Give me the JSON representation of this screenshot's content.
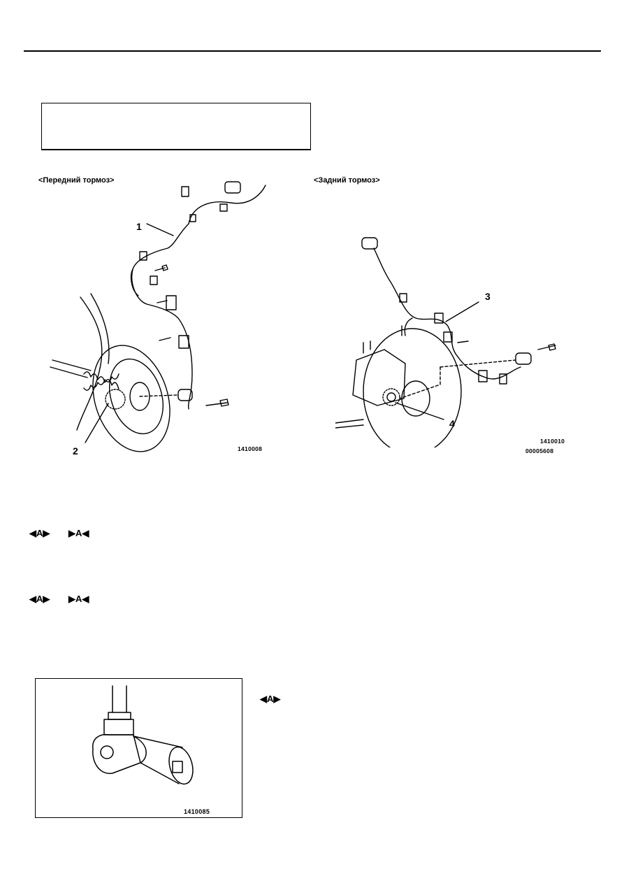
{
  "front_caption": "<Передний тормоз>",
  "rear_caption": "<Задний тормоз>",
  "front_figure_code": "1410008",
  "rear_figure_code": "1410010",
  "rear_figure_doc": "00005608",
  "callouts": [
    "1",
    "2",
    "3",
    "4"
  ],
  "marks": {
    "row1_left": "◀A▶",
    "row1_right": "▶A◀",
    "row2_left": "◀A▶",
    "row2_right": "▶A◀",
    "inset_mark": "◀A▶"
  },
  "inset_figure_code": "1410085"
}
